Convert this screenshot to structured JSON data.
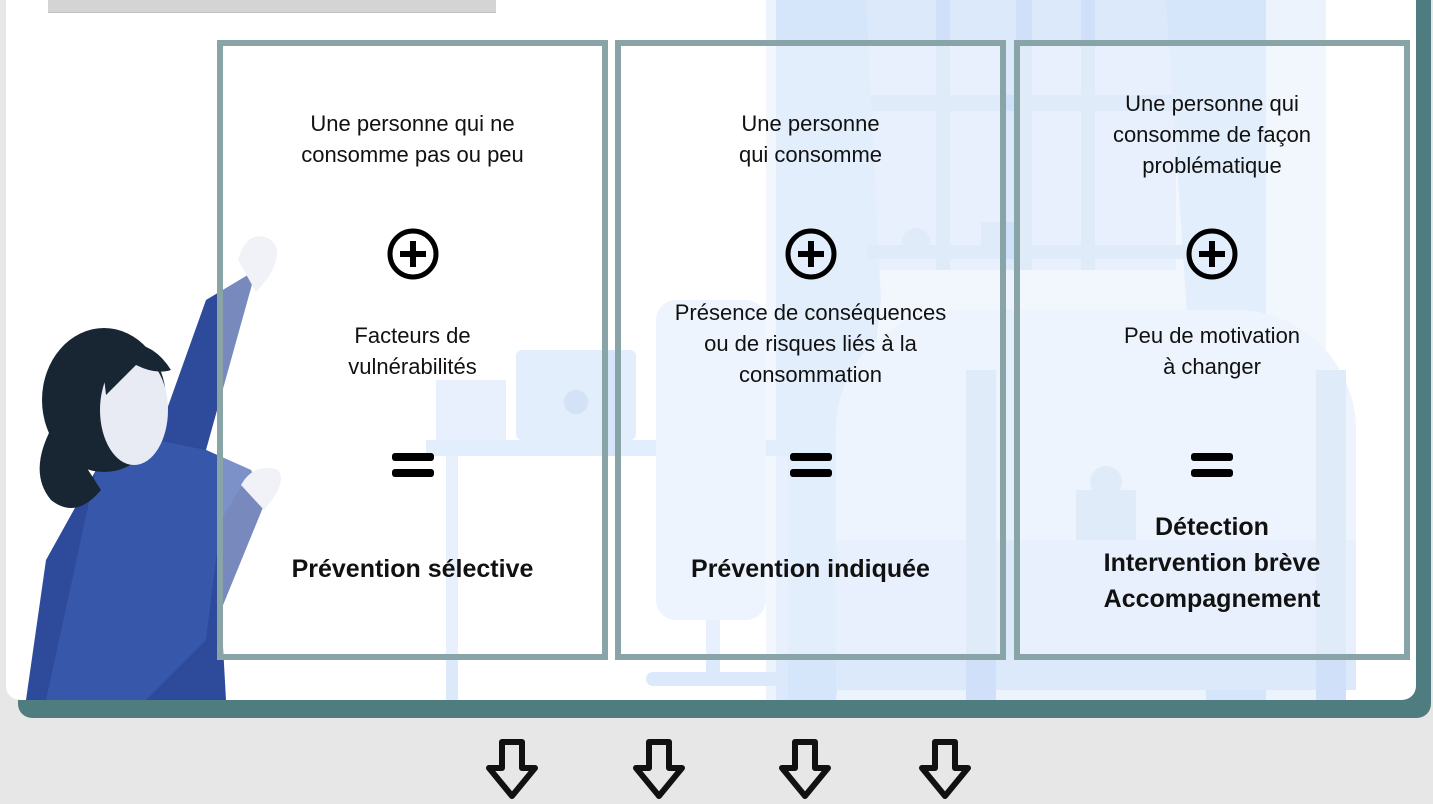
{
  "cards": [
    {
      "condition": [
        "Une personne qui ne",
        "consomme pas ou peu"
      ],
      "factor": [
        "Facteurs de",
        "vulnérabilités"
      ],
      "result": [
        "Prévention sélective"
      ]
    },
    {
      "condition": [
        "Une personne",
        "qui consomme"
      ],
      "factor": [
        "Présence de conséquences",
        "ou de risques liés à la",
        "consommation"
      ],
      "result": [
        "Prévention indiquée"
      ]
    },
    {
      "condition": [
        "Une personne qui",
        "consomme de façon",
        "problématique"
      ],
      "factor": [
        "Peu de motivation",
        "à changer"
      ],
      "result": [
        "Détection",
        "Intervention brève",
        "Accompagnement"
      ]
    }
  ],
  "icons": {
    "operator_plus": "plus-circle-icon",
    "operator_equals": "equals-icon",
    "arrow": "arrow-down-icon"
  },
  "colors": {
    "card_border": "#88a4a6",
    "board_shadow": "#4f7d7f",
    "illustration_blue": "#dbe9fb",
    "person_shirt": "#2e4a9a"
  }
}
